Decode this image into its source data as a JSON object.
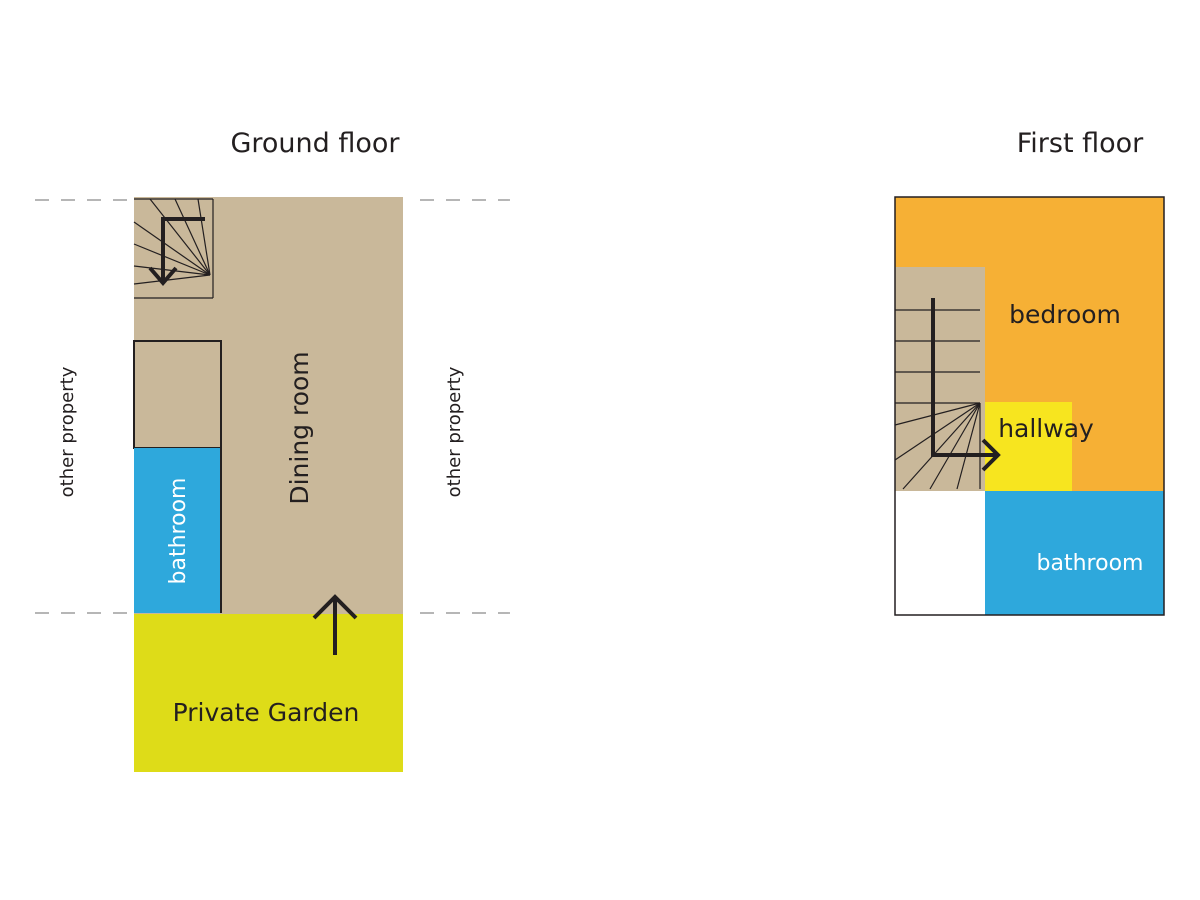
{
  "ground_floor": {
    "title": "Ground floor",
    "left_neighbour_label": "other property",
    "right_neighbour_label": "other property",
    "dining_room_label": "Dining room",
    "bathroom_label": "bathroom",
    "garden_label": "Private Garden"
  },
  "first_floor": {
    "title": "First floor",
    "bedroom_label": "bedroom",
    "hallway_label": "hallway",
    "bathroom_label": "bathroom"
  },
  "colors": {
    "dining_room": "#c9b89a",
    "bathroom": "#2ea8dc",
    "garden": "#dedc18",
    "bedroom": "#f6b035",
    "hallway": "#f7e51f",
    "line": "#231f20"
  }
}
